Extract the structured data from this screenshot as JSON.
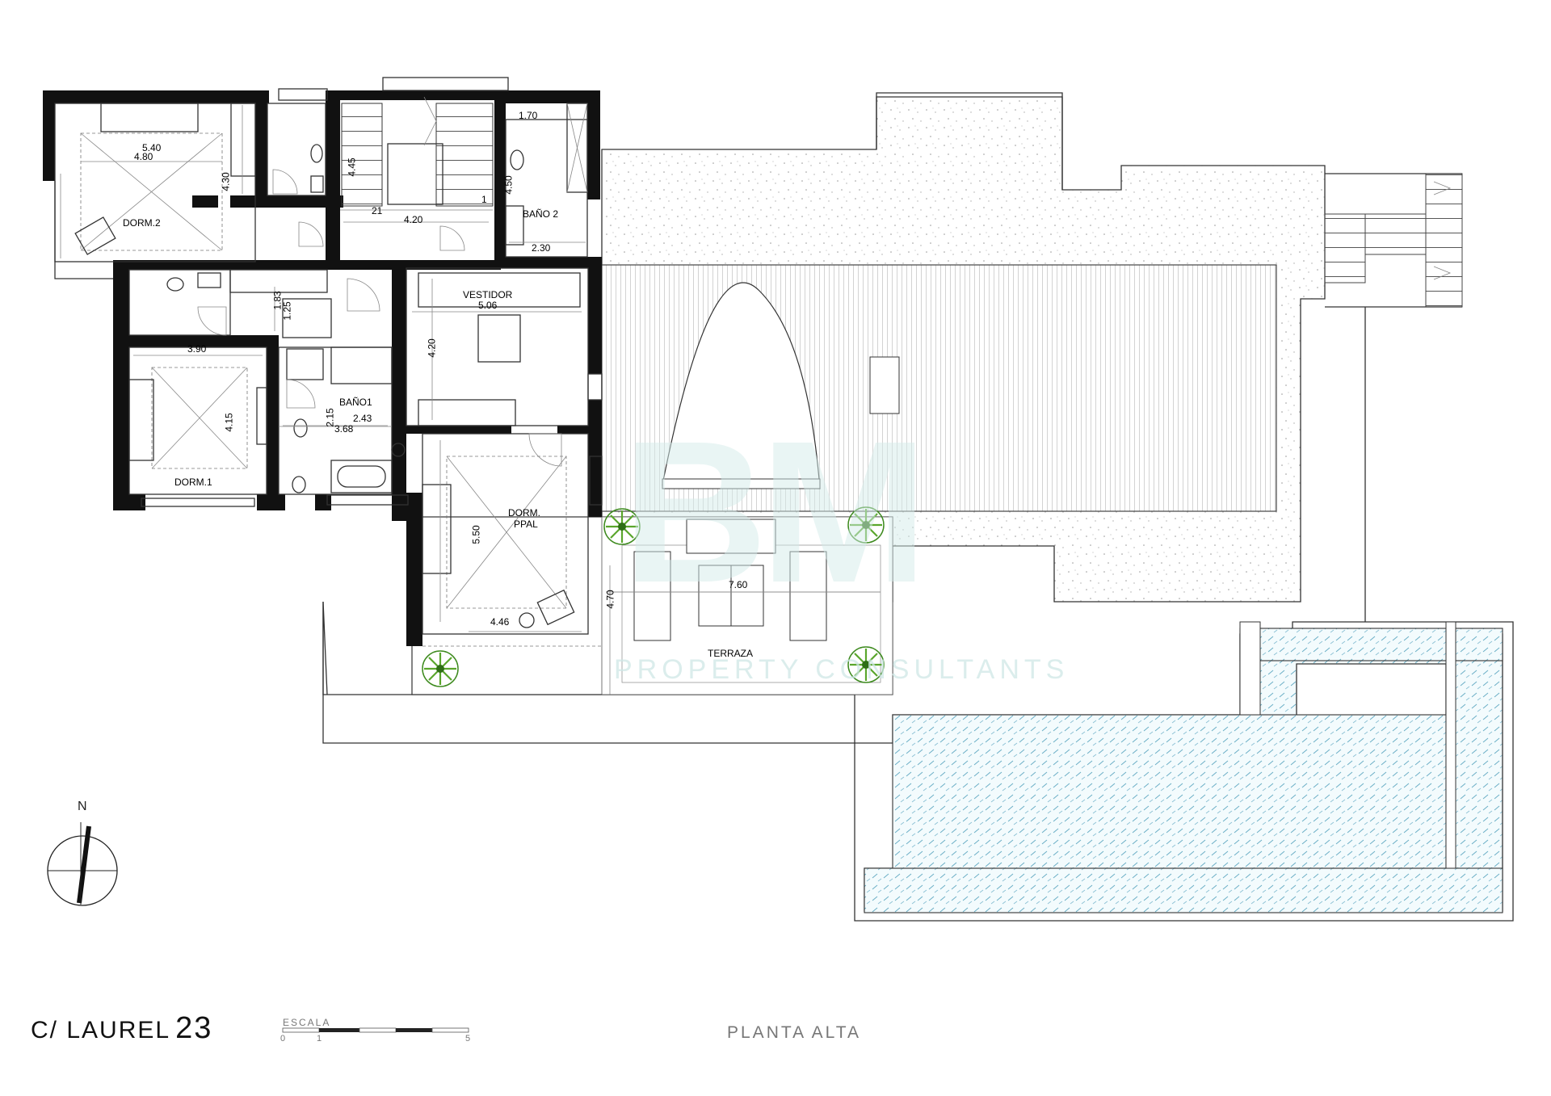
{
  "title": {
    "street": "C/ LAUREL",
    "number": "23"
  },
  "plant_name": "PLANTA ALTA",
  "scale": {
    "label": "ESCALA",
    "ticks": [
      "0",
      "1",
      "5"
    ]
  },
  "north_label": "N",
  "watermark": {
    "logo": "BM",
    "text": "PROPERTY CONSULTANTS"
  },
  "rooms": {
    "dorm2": "DORM.2",
    "dorm1": "DORM.1",
    "bano2": "BAÑO 2",
    "bano1": "BAÑO1",
    "vestidor": "VESTIDOR",
    "dorm_ppal_1": "DORM.",
    "dorm_ppal_2": "PPAL",
    "terraza": "TERRAZA"
  },
  "dimensions": {
    "d540": "5.40",
    "d480": "4.80",
    "d430": "4.30",
    "d420a": "4.20",
    "d170": "1.70",
    "d230": "2.30",
    "d390": "3.90",
    "d415": "4.15",
    "d183": "1.83",
    "d125": "1.25",
    "d506": "5.06",
    "d420b": "4.20",
    "d243": "2.43",
    "d368": "3.68",
    "d215": "2.15",
    "d550": "5.50",
    "d446": "4.46",
    "d760": "7.60",
    "d470": "4.70",
    "d445": "4.45",
    "d450": "4.50",
    "stair_21": "21",
    "stair_1": "1"
  }
}
